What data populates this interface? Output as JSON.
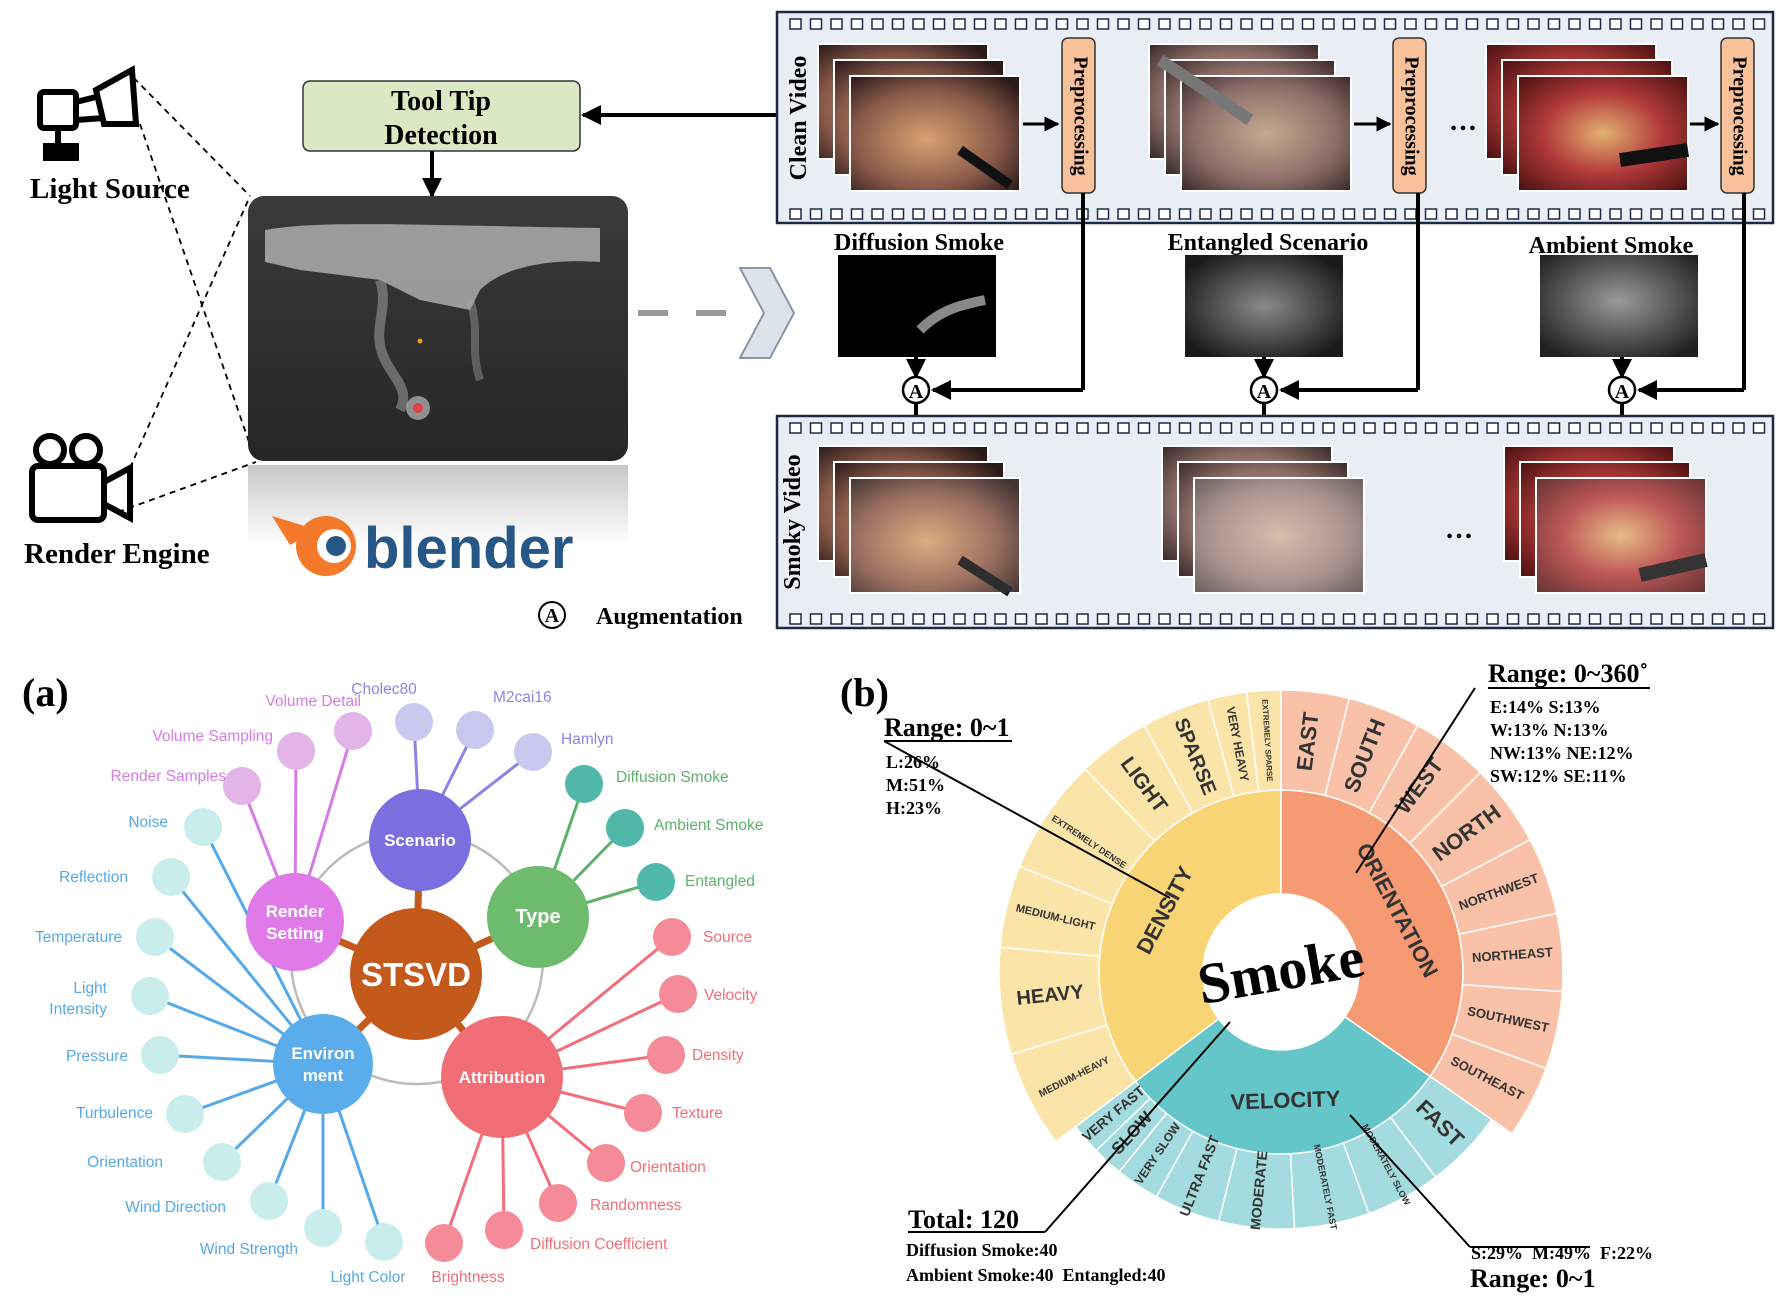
{
  "top": {
    "light_source": "Light Source",
    "render_engine": "Render Engine",
    "tool_tip_detection": [
      "Tool Tip",
      "Detection"
    ],
    "blender_logo": "blender",
    "clean_video": "Clean Video",
    "smoky_video": "Smoky Video",
    "preprocessing": "Preprocessing",
    "ellipsis": "…",
    "diffusion_smoke": "Diffusion Smoke",
    "entangled_scenario": "Entangled Scenario",
    "ambient_smoke": "Ambient Smoke",
    "aug_symbol": "A",
    "augmentation": "Augmentation"
  },
  "panel_a": {
    "label": "(a)",
    "center": "STSVD",
    "hubs": {
      "scenario": "Scenario",
      "type": "Type",
      "render_setting": [
        "Render",
        "Setting"
      ],
      "environment": [
        "Environ",
        "ment"
      ],
      "attribution": "Attribution"
    },
    "scenario_items": [
      "Cholec80",
      "M2cai16",
      "Hamlyn"
    ],
    "type_items": [
      "Diffusion Smoke",
      "Ambient Smoke",
      "Entangled"
    ],
    "render_items": [
      "Volume Detail",
      "Volume Sampling",
      "Render Samples"
    ],
    "environment_items": [
      "Noise",
      "Reflection",
      "Temperature",
      "Light Intensity",
      "Pressure",
      "Turbulence",
      "Orientation",
      "Wind Direction",
      "Wind Strength",
      "Light Color"
    ],
    "attribution_items": [
      "Source",
      "Velocity",
      "Density",
      "Texture",
      "Orientation",
      "Randomness",
      "Diffusion Coefficient",
      "Brightness"
    ],
    "colors": {
      "center": "#c4591c",
      "scenario": "#7b6fe0",
      "type": "#6dbb6d",
      "render": "#e07ae8",
      "environment": "#5aacea",
      "attribution": "#f26e76"
    }
  },
  "panel_b": {
    "label": "(b)",
    "center": "Smoke",
    "density": {
      "inner": "DENSITY",
      "range": "Range: 0~1",
      "stats": [
        "L:26%",
        "M:51%",
        "H:23%"
      ],
      "outer": [
        "MEDIUM-HEAVY",
        "HEAVY",
        "MEDIUM-LIGHT",
        "EXTREMELY DENSE",
        "LIGHT",
        "SPARSE",
        "VERY HEAVY",
        "EXTREMELY SPARSE"
      ]
    },
    "orientation": {
      "inner": "ORIENTATION",
      "range": "Range: 0~360˚",
      "stats": [
        "E:14% S:13%",
        "W:13% N:13%",
        "NW:13% NE:12%",
        "SW:12% SE:11%"
      ],
      "outer": [
        "EAST",
        "SOUTH",
        "WEST",
        "NORTH",
        "NORTHWEST",
        "NORTHEAST",
        "SOUTHWEST",
        "SOUTHEAST"
      ]
    },
    "velocity": {
      "inner": "VELOCITY",
      "range": "Range: 0~1",
      "stats": "S:29%  M:49%  F:22%",
      "outer": [
        "FAST",
        "MODERATELY SLOW",
        "MODERATELY FAST",
        "MODERATE",
        "ULTRA FAST",
        "VERY SLOW",
        "SLOW",
        "VERY FAST"
      ]
    },
    "total": {
      "title": "Total: 120",
      "line1": "Diffusion Smoke:40",
      "line2": "Ambient Smoke:40  Entangled:40"
    },
    "colors": {
      "density_inner": "#f8d474",
      "density_outer": "#fbe4a8",
      "orientation_inner": "#f59a72",
      "orientation_outer": "#f9c2a8",
      "velocity_inner": "#65c6ca",
      "velocity_outer": "#a3dbde"
    }
  }
}
